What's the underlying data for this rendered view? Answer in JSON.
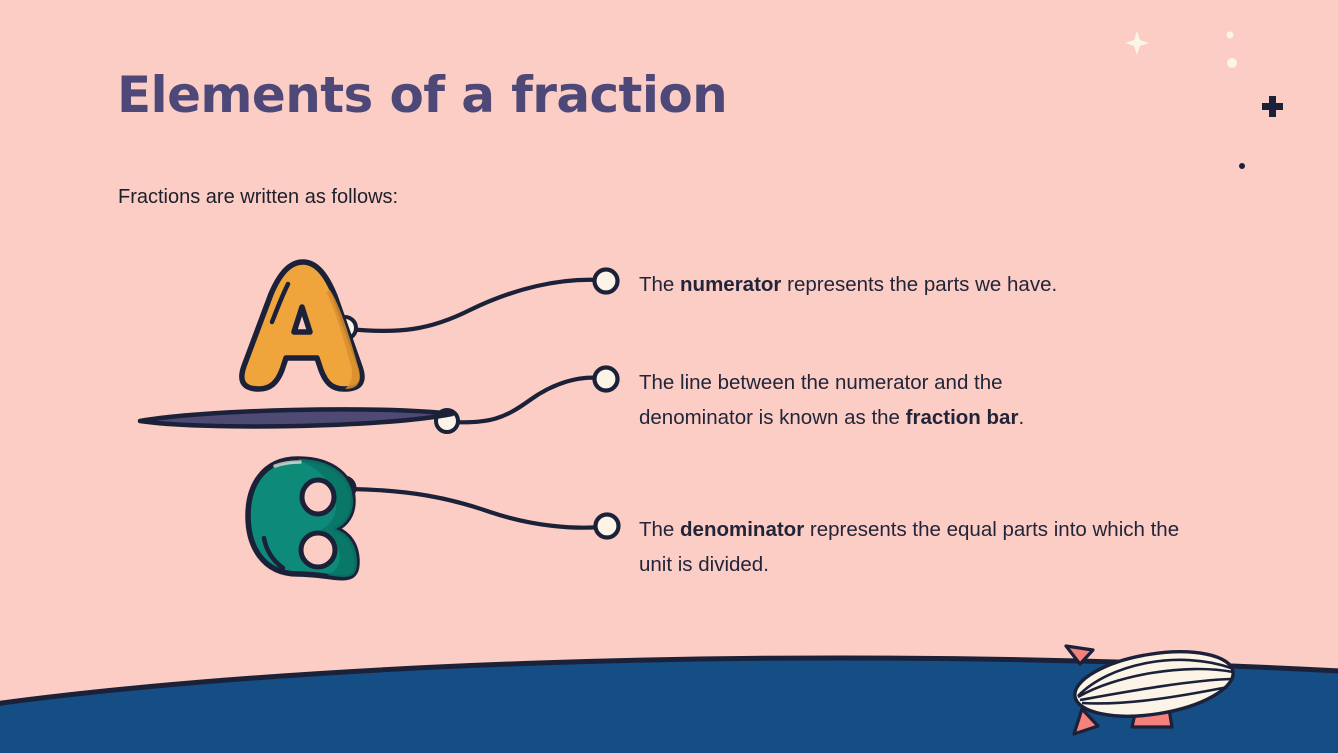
{
  "slide": {
    "title": "Elements of a fraction",
    "intro": "Fractions are written as follows:"
  },
  "callouts": [
    {
      "id": "numerator",
      "prefix": "The ",
      "term": "numerator",
      "suffix": " represents the parts we have."
    },
    {
      "id": "fraction-bar",
      "prefix": "The line between the numerator and the denominator is known as the ",
      "term": "fraction bar",
      "suffix": "."
    },
    {
      "id": "denominator",
      "prefix": "The ",
      "term": "denominator",
      "suffix": " represents the equal parts into which the unit is divided."
    }
  ],
  "illustration": {
    "numerator_letter": "A",
    "denominator_letter": "B",
    "bar_label": "fraction bar"
  },
  "decorations": {
    "sparkle_cream_plus": "plus-sparkle",
    "sparkle_navy_plus": "plus-sparkle",
    "dot_cream_small": "dot",
    "dot_navy_small": "dot",
    "blimp": "blimp-illustration",
    "ground": "curved-ground"
  },
  "colors": {
    "background_pink": "#fbcdc4",
    "title_purple": "#4d4878",
    "body_dark": "#22253a",
    "numerator_orange": "#efa43c",
    "denominator_teal": "#0e8a79",
    "bar_purple": "#4e4a73",
    "outline_navy": "#1b2138",
    "ground_blue": "#154d85",
    "cream": "#fbf4e7",
    "blimp_fin_pink": "#f4817c"
  }
}
